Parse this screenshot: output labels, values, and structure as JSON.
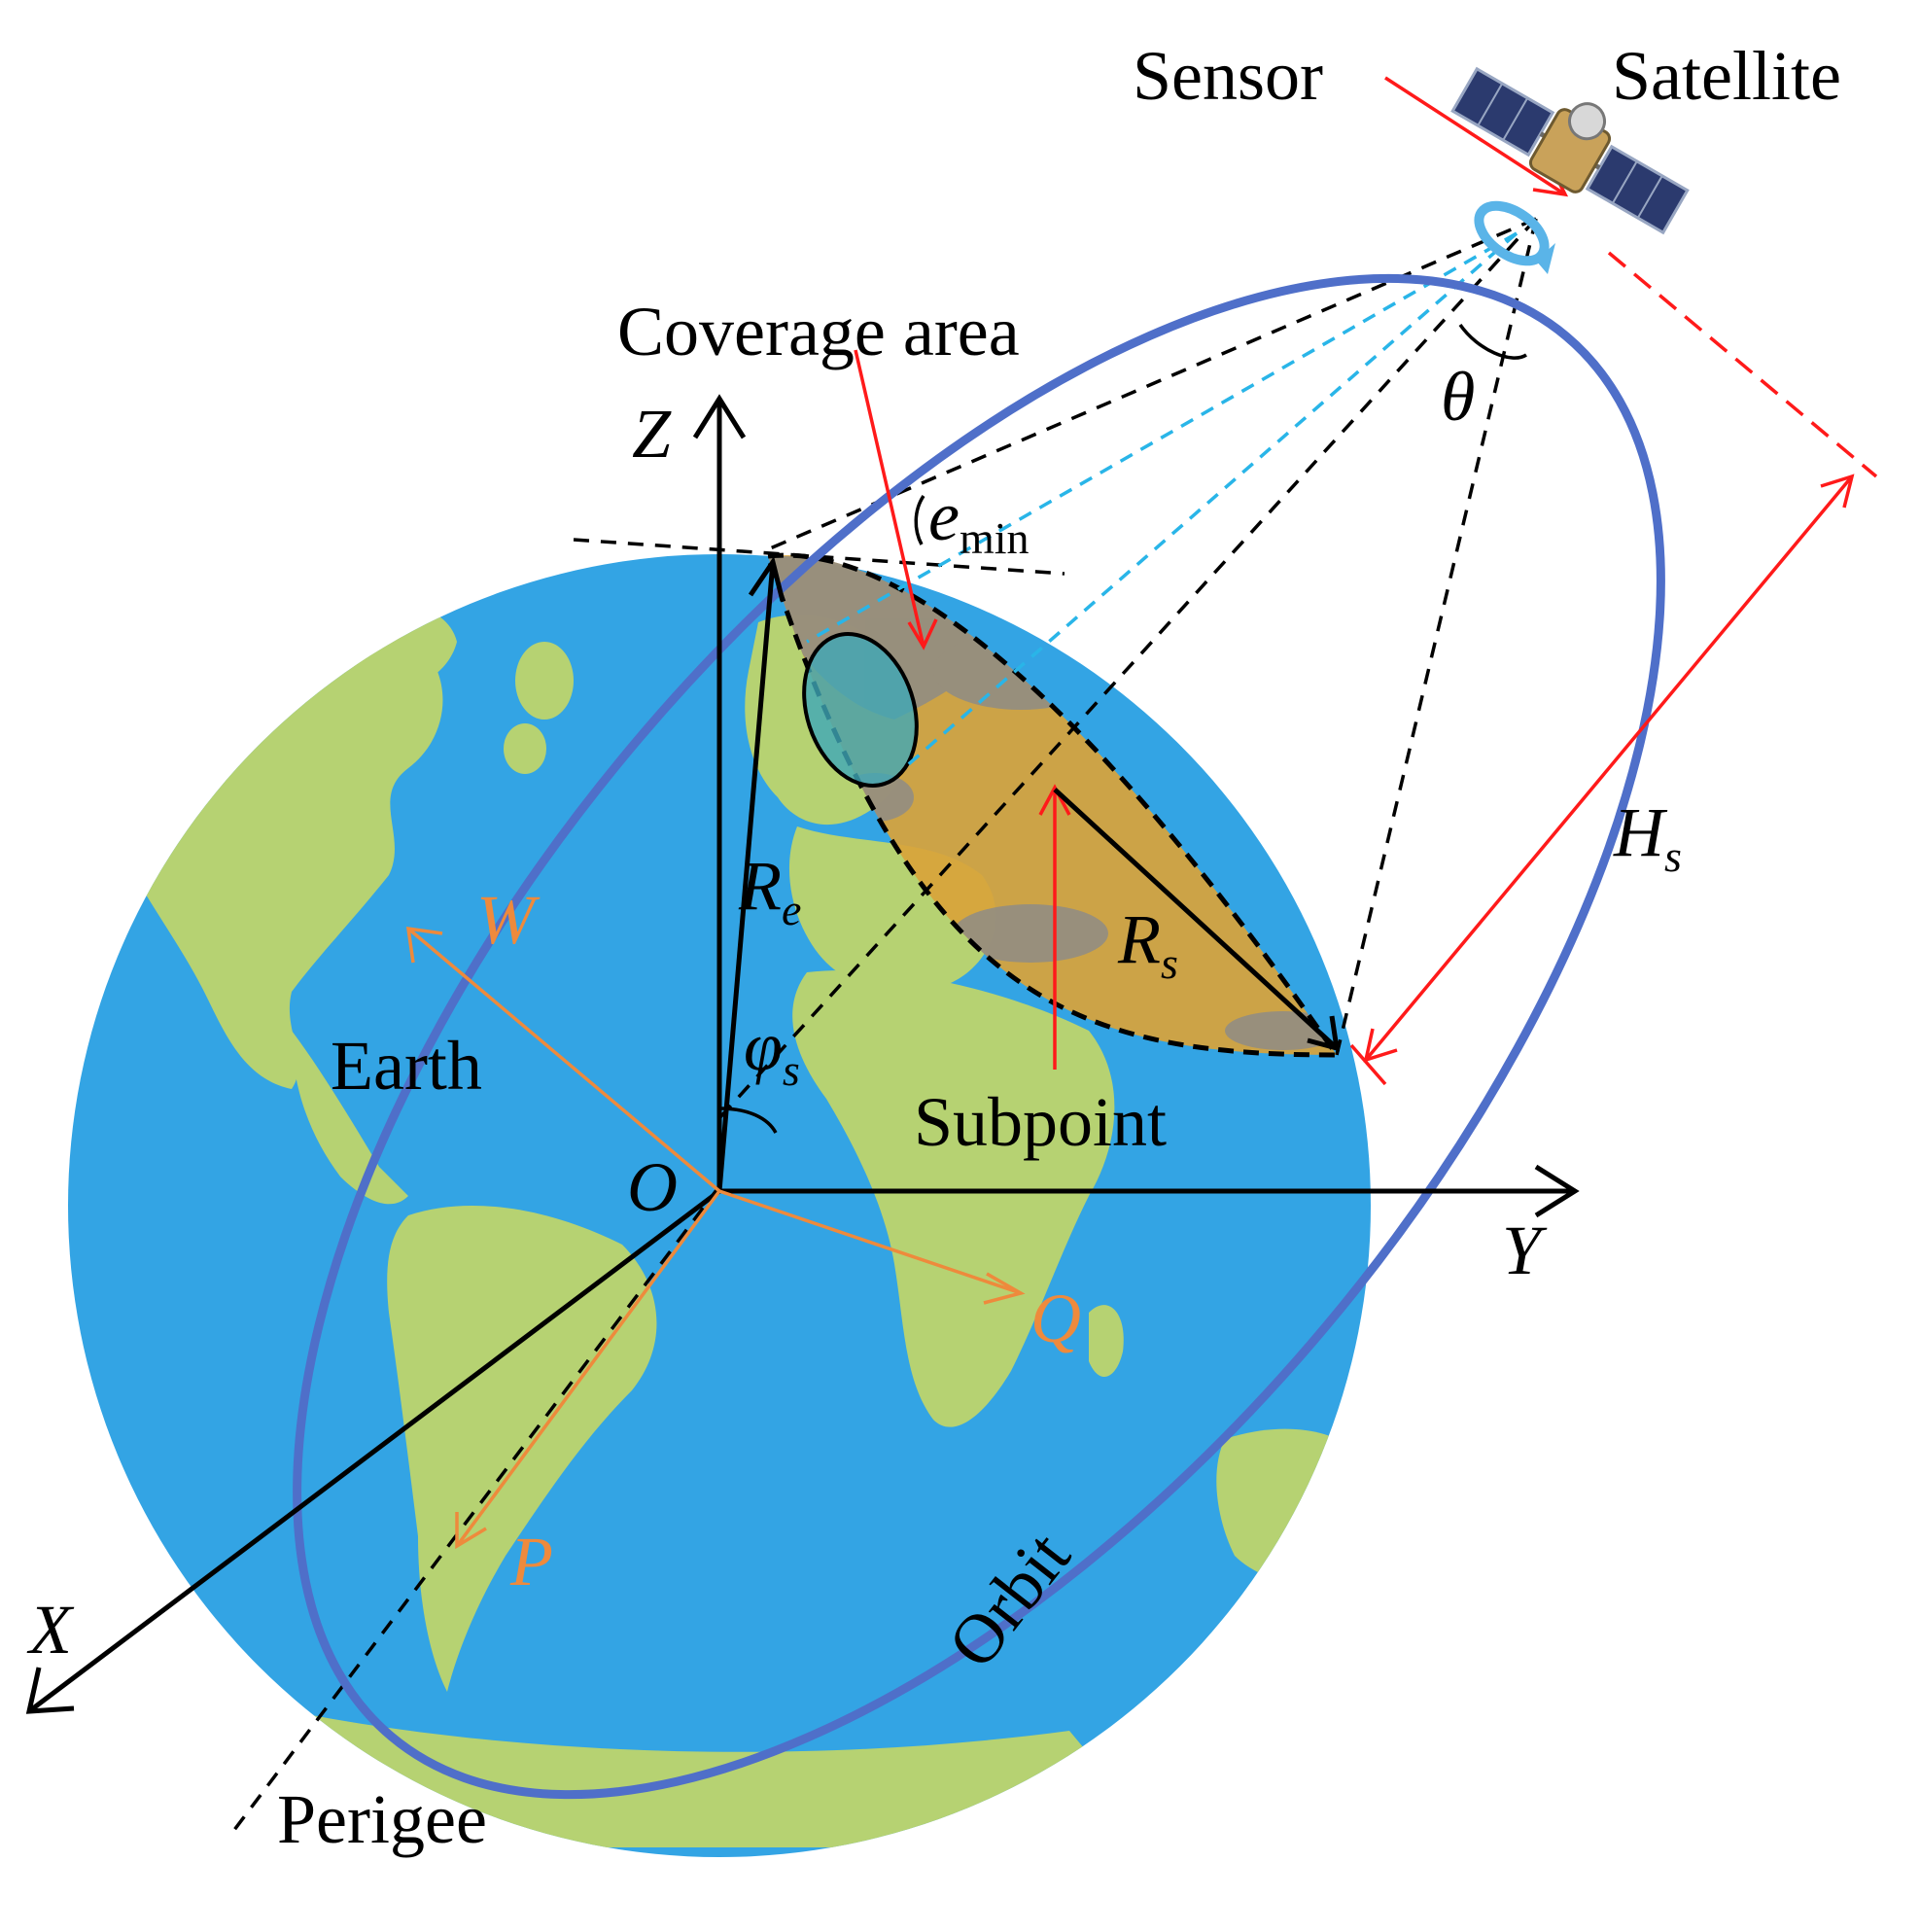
{
  "labels": {
    "sensor": "Sensor",
    "satellite": "Satellite",
    "coverage_area": "Coverage area",
    "theta": "θ",
    "e_min_base": "e",
    "e_min_sub": "min",
    "z_axis": "Z",
    "y_axis": "Y",
    "x_axis": "X",
    "origin": "O",
    "h_s_base": "H",
    "h_s_sub": "s",
    "r_e_base": "R",
    "r_e_sub": "e",
    "r_s_base": "R",
    "r_s_sub": "s",
    "phi_s_base": "φ",
    "phi_s_sub": "s",
    "w_vector": "W",
    "q_vector": "Q",
    "p_vector": "P",
    "earth": "Earth",
    "subpoint": "Subpoint",
    "orbit": "Orbit",
    "perigee": "Perigee"
  },
  "colors": {
    "ocean": "#33A4E4",
    "land": "#B6D272",
    "coverage_fill": "#D9A33A",
    "orbit": "#4F6FC9",
    "red_annotation": "#FF1A1A",
    "blue_dashed": "#29B5E8",
    "pqw_vectors": "#EE8A3C",
    "axes": "#000000"
  }
}
